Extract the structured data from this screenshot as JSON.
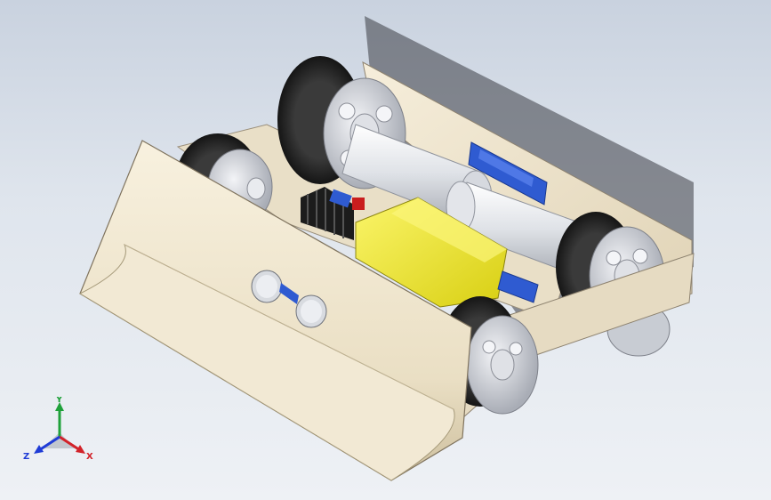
{
  "viewport": {
    "background_top": "#c9d2df",
    "background_bottom": "#eef1f5"
  },
  "colors": {
    "chassis": "#f1e7d0",
    "chassis_shade": "#d9cdb2",
    "tire": "#2b2b2b",
    "hub": "#c9ccd3",
    "motor": "#e8eaee",
    "battery": "#f2ea2a",
    "pcb_blue": "#2f5bd1",
    "heatsink": "#1c1c1c"
  },
  "triad": {
    "x_label": "X",
    "y_label": "Y",
    "z_label": "Z",
    "x_color": "#d2232a",
    "y_color": "#1fa13a",
    "z_color": "#1f3cd6"
  }
}
